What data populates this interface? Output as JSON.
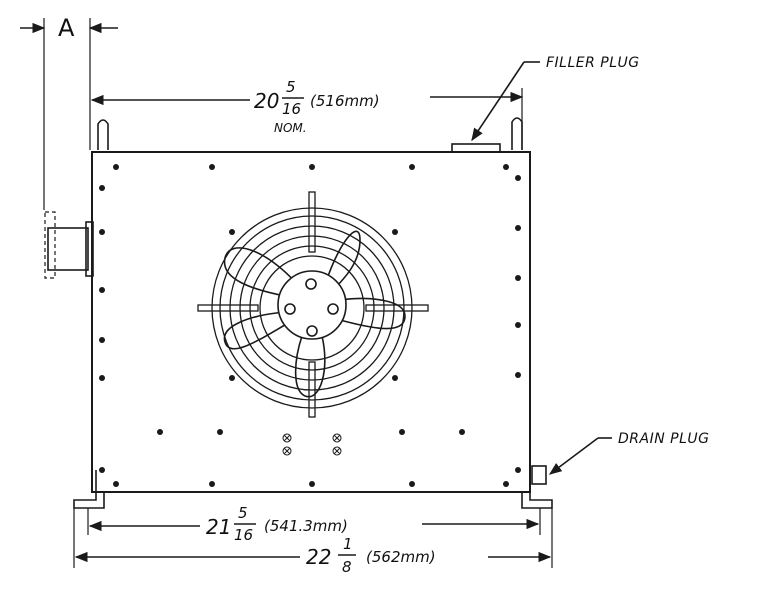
{
  "labels": {
    "section_mark": "A",
    "filler_plug": "FILLER PLUG",
    "drain_plug": "DRAIN PLUG"
  },
  "dimensions": {
    "top": {
      "whole": "20",
      "num": "5",
      "den": "16",
      "metric": "(516mm)",
      "note": "NOM."
    },
    "inner_bottom": {
      "whole": "21",
      "num": "5",
      "den": "16",
      "metric": "(541.3mm)"
    },
    "outer_bottom": {
      "whole": "22",
      "num": "1",
      "den": "8",
      "metric": "(562mm)"
    }
  },
  "colors": {
    "line": "#1a1a1a",
    "background": "#ffffff"
  }
}
